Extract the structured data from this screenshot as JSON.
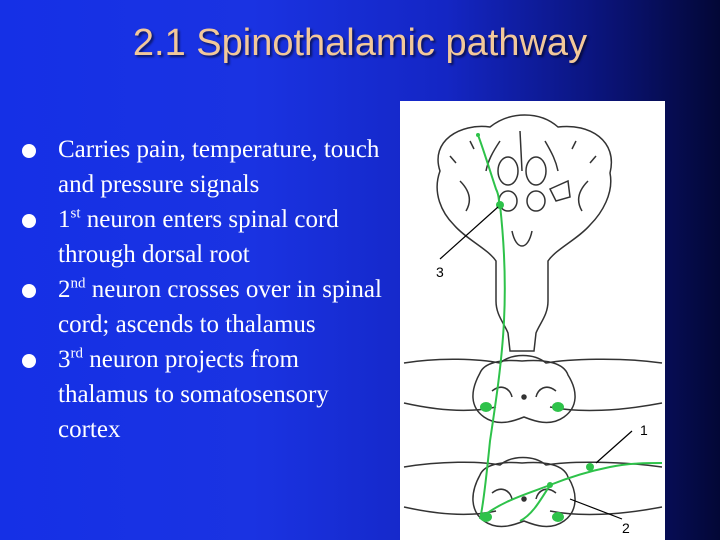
{
  "slide": {
    "title": "2.1 Spinothalamic pathway",
    "bullets": [
      {
        "pre": "",
        "sup": "",
        "text": "Carries pain, temperature, touch and pressure signals"
      },
      {
        "pre": "1",
        "sup": "st",
        "text": " neuron enters spinal cord through dorsal root"
      },
      {
        "pre": "2",
        "sup": "nd",
        "text": " neuron crosses over in spinal cord; ascends to thalamus"
      },
      {
        "pre": "3",
        "sup": "rd",
        "text": "  neuron projects from thalamus to somatosensory cortex"
      }
    ]
  },
  "figure": {
    "labels": {
      "neuron3": "3",
      "neuron1": "1",
      "neuron2": "2"
    },
    "colors": {
      "pathway": "#2ec24a",
      "outline": "#333333"
    }
  }
}
